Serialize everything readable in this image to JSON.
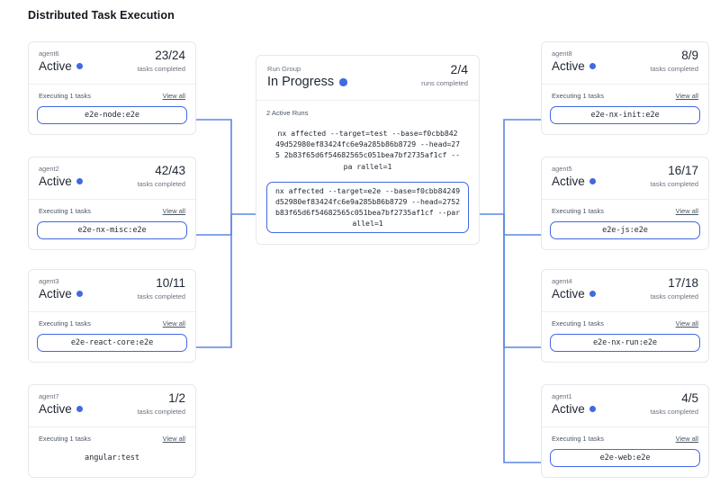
{
  "page": {
    "title": "Distributed Task Execution",
    "accent_color": "#4169e1",
    "card_border_color": "#e6e8eb",
    "background": "#ffffff"
  },
  "run_group": {
    "kicker": "Run Group",
    "status": "In Progress",
    "count": "2/4",
    "count_sub": "runs completed",
    "active_runs_label": "2 Active Runs",
    "runs": [
      {
        "command": "nx affected --target=test --base=f0cbb842 49d52980ef83424fc6e9a285b86b8729 --head=275 2b83f65d6f54682565c051bea7bf2735af1cf --pa rallel=1",
        "highlighted": false
      },
      {
        "command": "nx affected --target=e2e --base=f0cbb84249 d52980ef83424fc6e9a285b86b8729 --head=2752 b83f65d6f54682565c051bea7bf2735af1cf --par allel=1",
        "highlighted": true
      }
    ]
  },
  "left_agents": [
    {
      "name": "agent6",
      "status": "Active",
      "count": "23/24",
      "count_sub": "tasks completed",
      "executing_label": "Executing 1 tasks",
      "view_all_label": "View all",
      "task": "e2e-node:e2e",
      "task_highlighted": true
    },
    {
      "name": "agent2",
      "status": "Active",
      "count": "42/43",
      "count_sub": "tasks completed",
      "executing_label": "Executing 1 tasks",
      "view_all_label": "View all",
      "task": "e2e-nx-misc:e2e",
      "task_highlighted": true
    },
    {
      "name": "agent3",
      "status": "Active",
      "count": "10/11",
      "count_sub": "tasks completed",
      "executing_label": "Executing 1 tasks",
      "view_all_label": "View all",
      "task": "e2e-react-core:e2e",
      "task_highlighted": true
    },
    {
      "name": "agent7",
      "status": "Active",
      "count": "1/2",
      "count_sub": "tasks completed",
      "executing_label": "Executing 1 tasks",
      "view_all_label": "View all",
      "task": "angular:test",
      "task_highlighted": false
    }
  ],
  "right_agents": [
    {
      "name": "agent8",
      "status": "Active",
      "count": "8/9",
      "count_sub": "tasks completed",
      "executing_label": "Executing 1 tasks",
      "view_all_label": "View all",
      "task": "e2e-nx-init:e2e",
      "task_highlighted": true
    },
    {
      "name": "agent5",
      "status": "Active",
      "count": "16/17",
      "count_sub": "tasks completed",
      "executing_label": "Executing 1 tasks",
      "view_all_label": "View all",
      "task": "e2e-js:e2e",
      "task_highlighted": true
    },
    {
      "name": "agent4",
      "status": "Active",
      "count": "17/18",
      "count_sub": "tasks completed",
      "executing_label": "Executing 1 tasks",
      "view_all_label": "View all",
      "task": "e2e-nx-run:e2e",
      "task_highlighted": true
    },
    {
      "name": "agent1",
      "status": "Active",
      "count": "4/5",
      "count_sub": "tasks completed",
      "executing_label": "Executing 1 tasks",
      "view_all_label": "View all",
      "task": "e2e-web:e2e",
      "task_highlighted": true
    }
  ]
}
